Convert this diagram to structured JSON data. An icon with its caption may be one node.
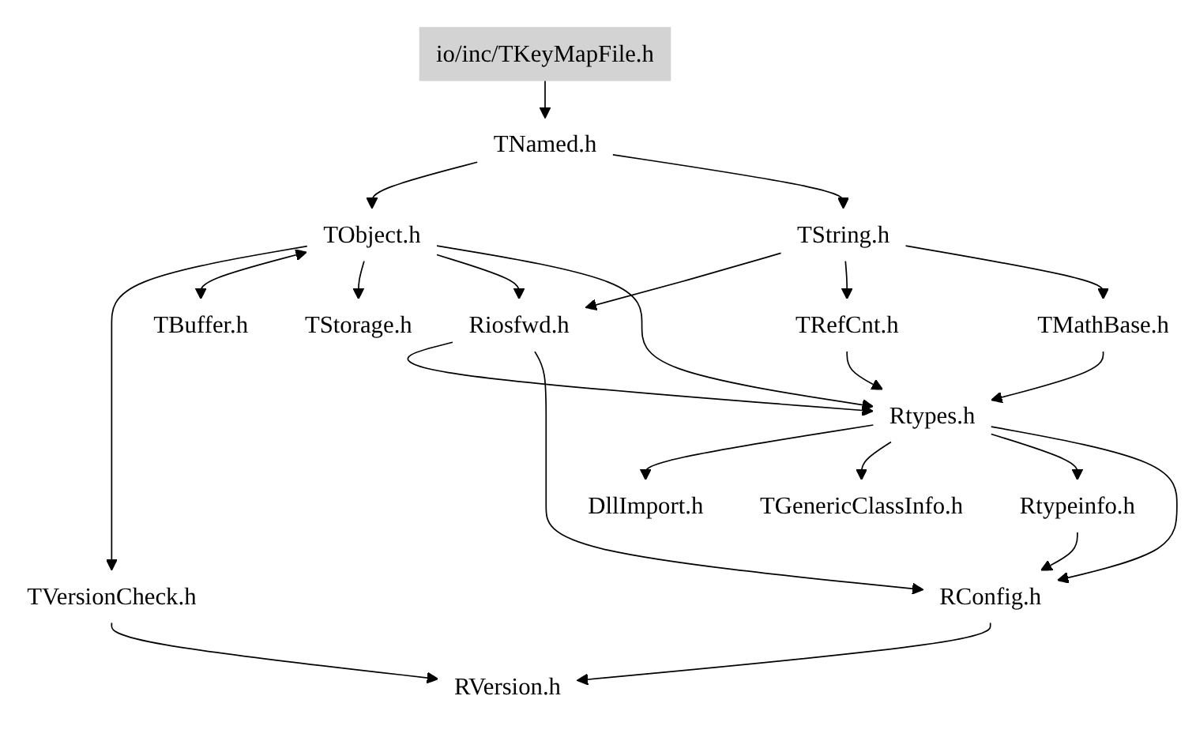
{
  "diagram": {
    "nodes": [
      {
        "text": [
          "io/inc/TKeyMapFile.h"
        ]
      },
      {
        "text": [
          "TNamed.h"
        ]
      },
      {
        "text": [
          "TObject.h"
        ]
      },
      {
        "text": [
          "TString.h"
        ]
      },
      {
        "text": [
          "TBuffer.h"
        ]
      },
      {
        "text": [
          "TStorage.h"
        ]
      },
      {
        "text": [
          "Riosfwd.h"
        ]
      },
      {
        "text": [
          "TRefCnt.h"
        ]
      },
      {
        "text": [
          "TMathBase.h"
        ]
      },
      {
        "text": [
          "TVersionCheck.h"
        ]
      },
      {
        "text": [
          "Rtypes.h"
        ]
      },
      {
        "text": [
          "DllImport.h"
        ]
      },
      {
        "text": [
          "TGenericClassInfo.h"
        ]
      },
      {
        "text": [
          "Rtypeinfo.h"
        ]
      },
      {
        "text": [
          "RConfig.h"
        ]
      },
      {
        "text": [
          "RVersion.h"
        ]
      }
    ],
    "edges": [
      {
        "from": 0,
        "to": 1,
        "arrow": "to"
      },
      {
        "from": 1,
        "to": 2,
        "arrow": "to"
      },
      {
        "from": 1,
        "to": 3,
        "arrow": "to"
      },
      {
        "from": 2,
        "to": 9,
        "arrow": "to"
      },
      {
        "from": 2,
        "to": 4,
        "arrow": "both"
      },
      {
        "from": 2,
        "to": 5,
        "arrow": "to"
      },
      {
        "from": 2,
        "to": 6,
        "arrow": "to"
      },
      {
        "from": 2,
        "to": 10,
        "arrow": "to"
      },
      {
        "from": 3,
        "to": 6,
        "arrow": "to"
      },
      {
        "from": 3,
        "to": 7,
        "arrow": "to"
      },
      {
        "from": 3,
        "to": 8,
        "arrow": "to"
      },
      {
        "from": 6,
        "to": 10,
        "arrow": "to"
      },
      {
        "from": 7,
        "to": 10,
        "arrow": "to"
      },
      {
        "from": 8,
        "to": 10,
        "arrow": "to"
      },
      {
        "from": 6,
        "to": 14,
        "arrow": "to"
      },
      {
        "from": 10,
        "to": 11,
        "arrow": "to"
      },
      {
        "from": 10,
        "to": 12,
        "arrow": "to"
      },
      {
        "from": 10,
        "to": 13,
        "arrow": "to"
      },
      {
        "from": 10,
        "to": 14,
        "arrow": "to"
      },
      {
        "from": 13,
        "to": 14,
        "arrow": "to"
      },
      {
        "from": 9,
        "to": 15,
        "arrow": "to"
      },
      {
        "from": 14,
        "to": 15,
        "arrow": "to"
      }
    ]
  }
}
